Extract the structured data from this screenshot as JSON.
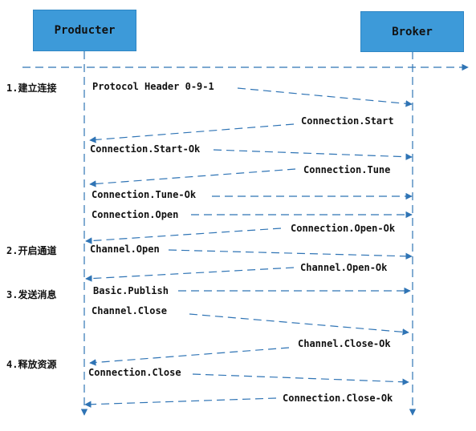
{
  "participants": {
    "producer": "Producter",
    "broker": "Broker"
  },
  "colors": {
    "box": "#3d9ad9",
    "line": "#2f74b5"
  },
  "steps": [
    "1.建立连接",
    "2.开启通道",
    "3.发送消息",
    "4.释放资源"
  ],
  "messages": [
    {
      "label": "Protocol Header 0-9-1",
      "direction": "to_broker"
    },
    {
      "label": "Connection.Start",
      "direction": "to_producer"
    },
    {
      "label": "Connection.Start-Ok",
      "direction": "to_broker"
    },
    {
      "label": "Connection.Tune",
      "direction": "to_producer"
    },
    {
      "label": "Connection.Tune-Ok",
      "direction": "to_broker"
    },
    {
      "label": "Connection.Open",
      "direction": "to_broker"
    },
    {
      "label": "Connection.Open-Ok",
      "direction": "to_producer"
    },
    {
      "label": "Channel.Open",
      "direction": "to_broker"
    },
    {
      "label": "Channel.Open-Ok",
      "direction": "to_producer"
    },
    {
      "label": "Basic.Publish",
      "direction": "to_broker"
    },
    {
      "label": "Channel.Close",
      "direction": "to_broker"
    },
    {
      "label": "Channel.Close-Ok",
      "direction": "to_producer"
    },
    {
      "label": "Connection.Close",
      "direction": "to_broker"
    },
    {
      "label": "Connection.Close-Ok",
      "direction": "to_producer"
    }
  ]
}
